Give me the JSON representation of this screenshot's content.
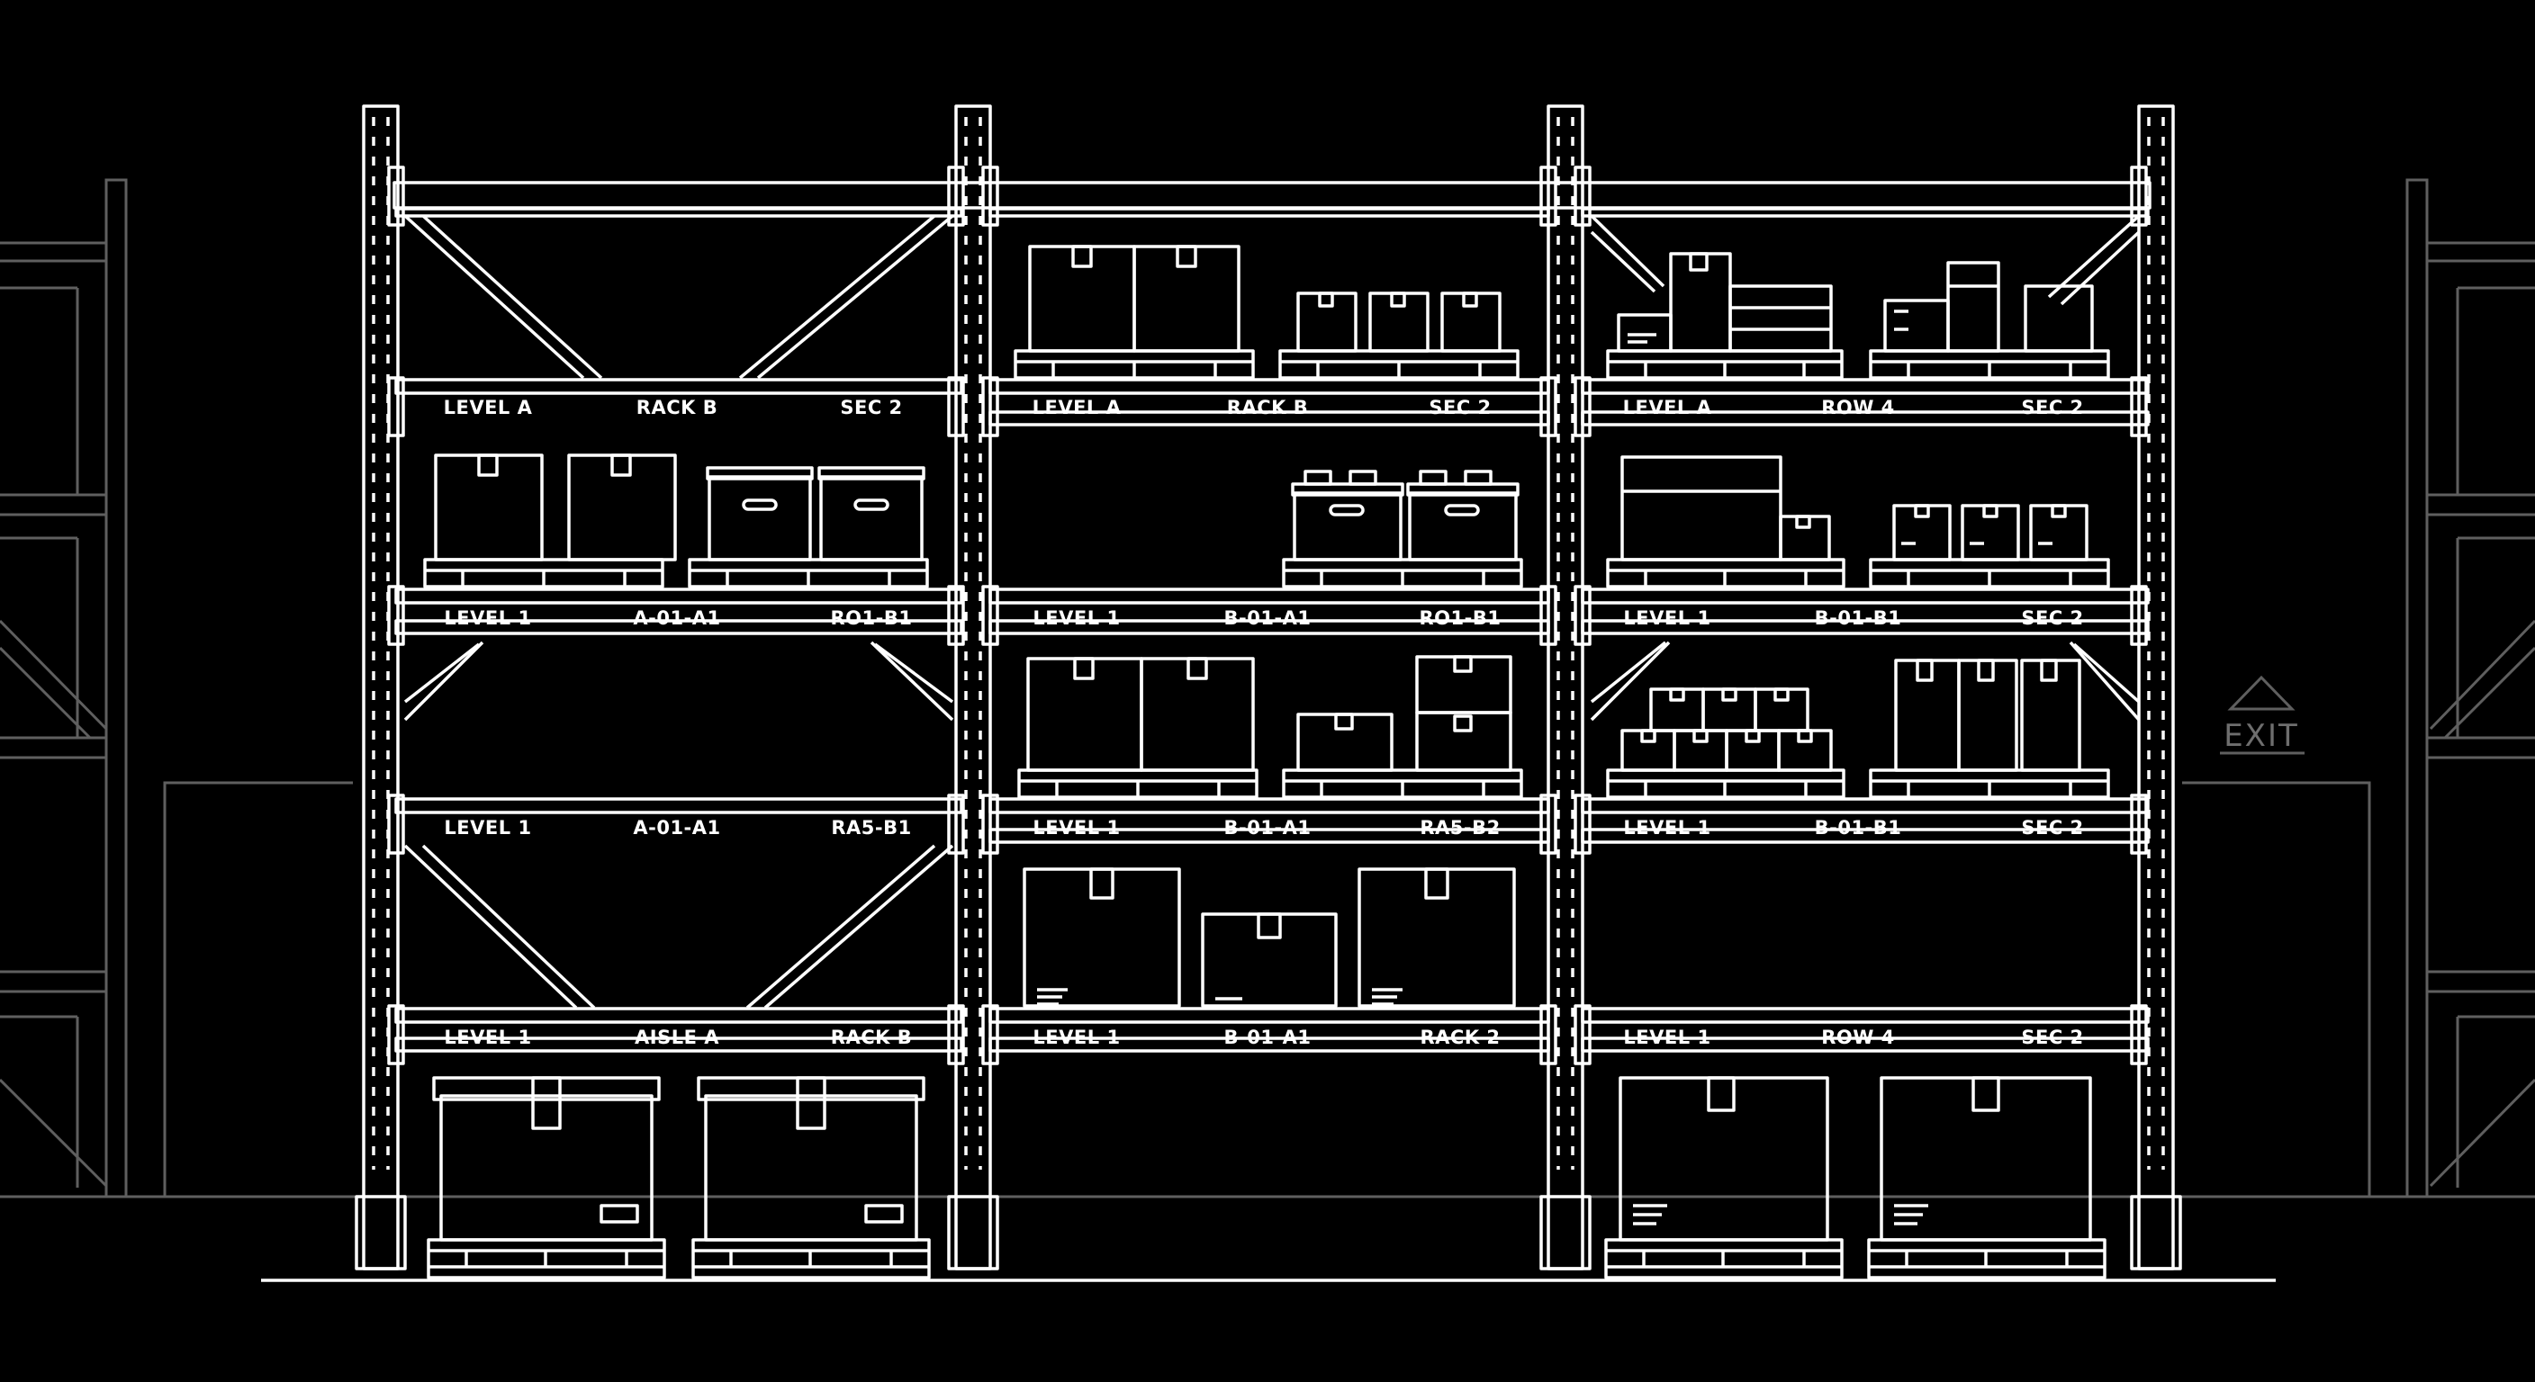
{
  "colors": {
    "background": "#000000",
    "line": "#ffffff",
    "faint": "#5f5f5f"
  },
  "exit_sign": {
    "text": "EXIT",
    "icon": "triangle-up-icon"
  },
  "bays": [
    {
      "shelves": [
        [
          "LEVEL A",
          "RACK B",
          "SEC 2"
        ],
        [
          "LEVEL 1",
          "A-01-A1",
          "RO1-B1"
        ],
        [
          "LEVEL 1",
          "A-01-A1",
          "RA5-B1"
        ],
        [
          "LEVEL 1",
          "AISLE A",
          "RACK B"
        ]
      ]
    },
    {
      "shelves": [
        [
          "LEVEL A",
          "RACK B",
          "SEC 2"
        ],
        [
          "LEVEL 1",
          "B-01-A1",
          "RO1-B1"
        ],
        [
          "LEVEL 1",
          "B-01-A1",
          "RA5-B2"
        ],
        [
          "LEVEL 1",
          "B-01-A1",
          "RACK 2"
        ]
      ]
    },
    {
      "shelves": [
        [
          "LEVEL A",
          "ROW 4",
          "SEC 2"
        ],
        [
          "LEVEL 1",
          "B-01-B1",
          "SEC 2"
        ],
        [
          "LEVEL 1",
          "B-01-B1",
          "SEC 2"
        ],
        [
          "LEVEL 1",
          "ROW 4",
          "SEC 2"
        ]
      ]
    }
  ]
}
